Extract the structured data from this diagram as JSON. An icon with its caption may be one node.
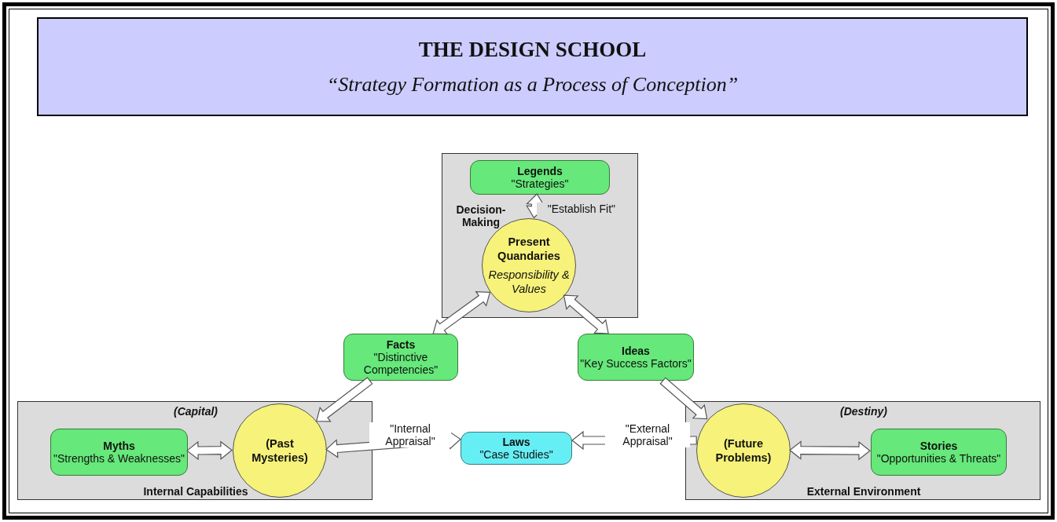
{
  "diagram": {
    "nodes": [
      {
        "text": [
          "THE  DESIGN SCHOOL",
          "“Strategy Formation as a Process of Conception”"
        ]
      },
      {
        "text": [
          "Decision-Making"
        ]
      },
      {
        "text": [
          "Legends",
          "\"Strategies\""
        ],
        "in": 1
      },
      {
        "text": [
          "Present Quandaries",
          "Responsibility & Values"
        ],
        "in": 1
      },
      {
        "text": [
          "Facts",
          "\"Distinctive Competencies\""
        ]
      },
      {
        "text": [
          "Ideas",
          "\"Key Success Factors\""
        ]
      },
      {
        "text": [
          "(Capital)",
          "Internal Capabilities"
        ]
      },
      {
        "text": [
          "Myths",
          "\"Strengths & Weaknesses\""
        ],
        "in": 6
      },
      {
        "text": [
          "(Past Mysteries)"
        ],
        "in": 6
      },
      {
        "text": [
          "Laws",
          "\"Case Studies\""
        ]
      },
      {
        "text": [
          "(Destiny)",
          "External Environment"
        ]
      },
      {
        "text": [
          "(Future Problems)"
        ],
        "in": 10
      },
      {
        "text": [
          "Stories",
          "\"Opportunities & Threats\""
        ],
        "in": 10
      }
    ],
    "edges": [
      {
        "from": 2,
        "to": 3,
        "arrow": "both",
        "label": "\"Establish Fit\""
      },
      {
        "from": 3,
        "to": 4,
        "arrow": "both"
      },
      {
        "from": 3,
        "to": 5,
        "arrow": "both"
      },
      {
        "from": 4,
        "to": 8,
        "arrow": "to"
      },
      {
        "from": 5,
        "to": 11,
        "arrow": "to"
      },
      {
        "from": 7,
        "to": 8,
        "arrow": "both"
      },
      {
        "from": 8,
        "to": 9,
        "arrow": "both",
        "label": "\"Internal Appraisal\""
      },
      {
        "from": 11,
        "to": 9,
        "arrow": "to",
        "label": "\"External Appraisal\""
      },
      {
        "from": 11,
        "to": 12,
        "arrow": "both"
      }
    ]
  }
}
